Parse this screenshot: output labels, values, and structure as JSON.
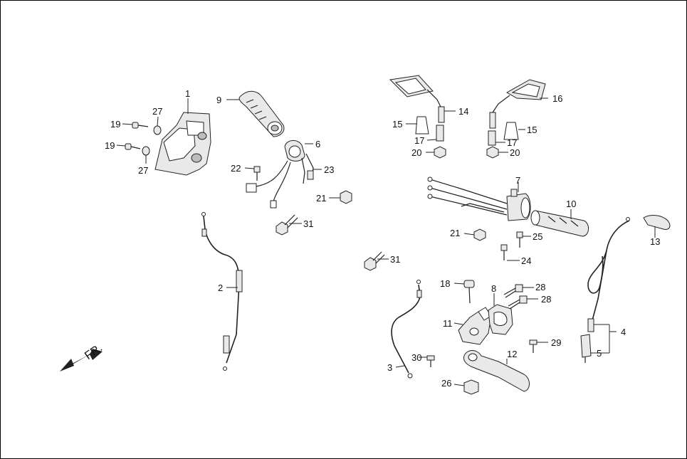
{
  "diagram": {
    "direction_label": "FR.",
    "callouts": [
      {
        "id": "c1",
        "text": "1"
      },
      {
        "id": "c2",
        "text": "2"
      },
      {
        "id": "c3",
        "text": "3"
      },
      {
        "id": "c4",
        "text": "4"
      },
      {
        "id": "c5",
        "text": "5"
      },
      {
        "id": "c6",
        "text": "6"
      },
      {
        "id": "c7",
        "text": "7"
      },
      {
        "id": "c8",
        "text": "8"
      },
      {
        "id": "c9",
        "text": "9"
      },
      {
        "id": "c10",
        "text": "10"
      },
      {
        "id": "c11",
        "text": "11"
      },
      {
        "id": "c12",
        "text": "12"
      },
      {
        "id": "c13",
        "text": "13"
      },
      {
        "id": "c14",
        "text": "14"
      },
      {
        "id": "c15a",
        "text": "15"
      },
      {
        "id": "c15b",
        "text": "15"
      },
      {
        "id": "c16",
        "text": "16"
      },
      {
        "id": "c17a",
        "text": "17"
      },
      {
        "id": "c17b",
        "text": "17"
      },
      {
        "id": "c18",
        "text": "18"
      },
      {
        "id": "c19a",
        "text": "19"
      },
      {
        "id": "c19b",
        "text": "19"
      },
      {
        "id": "c20a",
        "text": "20"
      },
      {
        "id": "c20b",
        "text": "20"
      },
      {
        "id": "c21a",
        "text": "21"
      },
      {
        "id": "c21b",
        "text": "21"
      },
      {
        "id": "c22",
        "text": "22"
      },
      {
        "id": "c23",
        "text": "23"
      },
      {
        "id": "c24",
        "text": "24"
      },
      {
        "id": "c25",
        "text": "25"
      },
      {
        "id": "c26",
        "text": "26"
      },
      {
        "id": "c27a",
        "text": "27"
      },
      {
        "id": "c27b",
        "text": "27"
      },
      {
        "id": "c28a",
        "text": "28"
      },
      {
        "id": "c28b",
        "text": "28"
      },
      {
        "id": "c29",
        "text": "29"
      },
      {
        "id": "c30",
        "text": "30"
      },
      {
        "id": "c31a",
        "text": "31"
      },
      {
        "id": "c31b",
        "text": "31"
      }
    ]
  }
}
